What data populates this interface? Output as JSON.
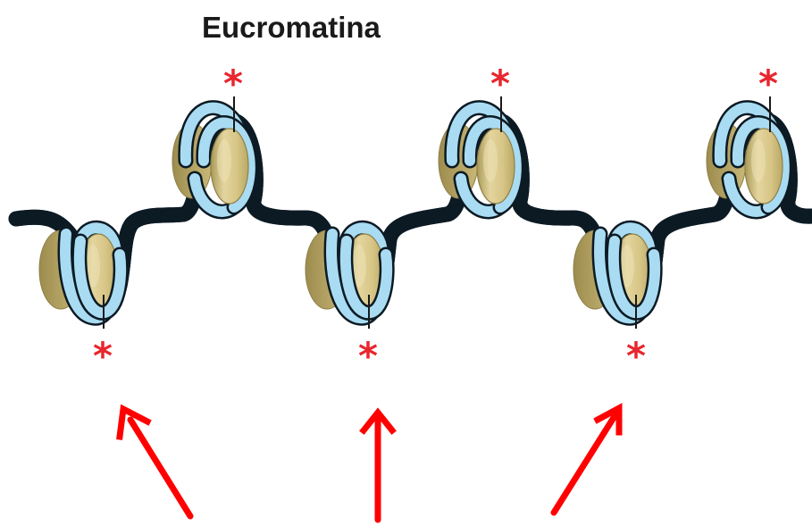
{
  "title": "Eucromatina",
  "marker_glyph": "*",
  "colors": {
    "dna_fill": "#a9dcf2",
    "dna_outline": "#0c1a24",
    "histone_fill": "#d9c88f",
    "histone_shade": "#b5a466",
    "histone_highlight": "#ece0b0",
    "marker": "#e8262d",
    "arrow": "#ff0000"
  },
  "nucleosomes": {
    "top_count": 3,
    "bottom_count": 3
  },
  "arrows_count": 3,
  "icons": {
    "marker": "asterisk-icon",
    "arrow": "arrow-up-icon"
  }
}
